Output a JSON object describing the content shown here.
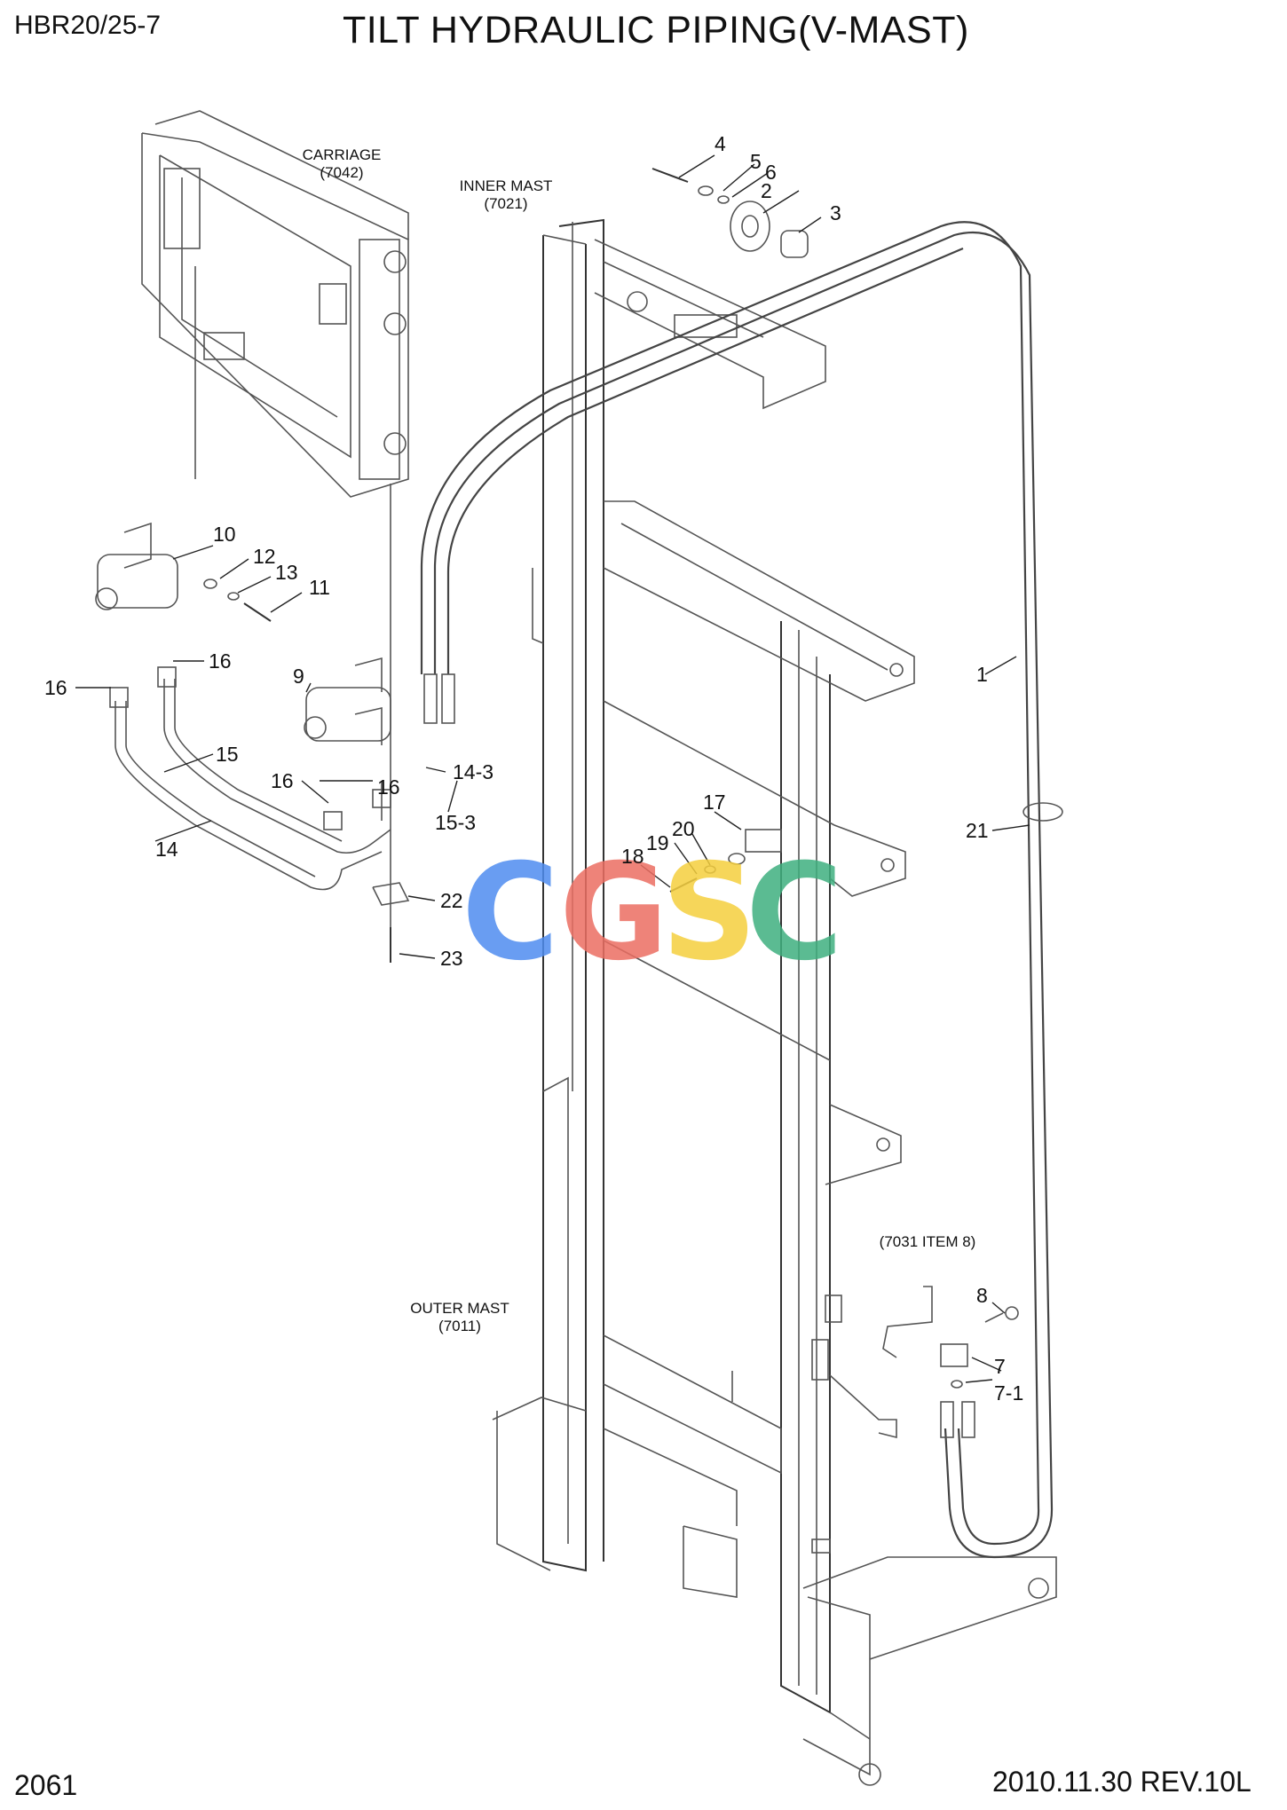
{
  "header": {
    "model": "HBR20/25-7",
    "title": "TILT HYDRAULIC PIPING(V-MAST)"
  },
  "footer": {
    "page_number": "2061",
    "revision": "2010.11.30  REV.10L"
  },
  "assemblies": {
    "carriage": {
      "name": "CARRIAGE",
      "ref": "(7042)"
    },
    "inner_mast": {
      "name": "INNER MAST",
      "ref": "(7021)"
    },
    "outer_mast": {
      "name": "OUTER MAST",
      "ref": "(7011)"
    },
    "item_ref": "(7031 ITEM 8)"
  },
  "part_labels": [
    "1",
    "2",
    "3",
    "4",
    "5",
    "6",
    "7",
    "7-1",
    "8",
    "9",
    "10",
    "11",
    "12",
    "13",
    "14",
    "14-3",
    "15",
    "15-3",
    "16",
    "16",
    "16",
    "16",
    "17",
    "18",
    "19",
    "20",
    "21",
    "22",
    "23"
  ],
  "watermark": {
    "letters": [
      "C",
      "G",
      "S",
      "C"
    ],
    "colors": [
      "#4f8df0",
      "#ec6e62",
      "#f5cf3e",
      "#3fb07f"
    ]
  }
}
